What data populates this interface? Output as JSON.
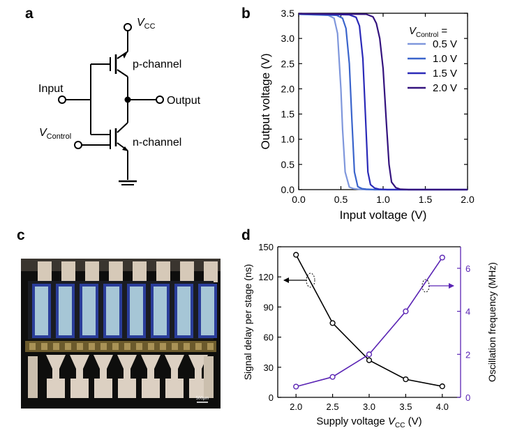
{
  "panels": {
    "a": {
      "label": "a",
      "vcc_label": "V",
      "vcc_sub": "CC",
      "pchannel_label": "p-channel",
      "nchannel_label": "n-channel",
      "input_label": "Input",
      "output_label": "Output",
      "vcontrol_label": "V",
      "vcontrol_sub": "Control"
    },
    "b": {
      "label": "b"
    },
    "c": {
      "label": "c",
      "scale_bar_label": "500μm"
    },
    "d": {
      "label": "d"
    }
  },
  "chart_data": [
    {
      "panel": "b",
      "type": "line",
      "xlabel": "Input voltage (V)",
      "ylabel": "Output voltage (V)",
      "xlim": [
        0.0,
        2.0
      ],
      "ylim": [
        0.0,
        3.5
      ],
      "xticks": [
        "0.0",
        "0.5",
        "1.0",
        "1.5",
        "2.0"
      ],
      "yticks": [
        "0.0",
        "0.5",
        "1.0",
        "1.5",
        "2.0",
        "2.5",
        "3.0",
        "3.5"
      ],
      "legend_title": "V",
      "legend_title_sub": "Control",
      "legend_title_suffix": " =",
      "legend_position": "top-right",
      "series": [
        {
          "name": "0.5 V",
          "color": "#7f97dc",
          "x": [
            0.0,
            0.35,
            0.42,
            0.46,
            0.5,
            0.52,
            0.55,
            0.6,
            0.65,
            0.7,
            0.8,
            2.0
          ],
          "y": [
            3.48,
            3.46,
            3.4,
            3.1,
            2.0,
            1.2,
            0.35,
            0.05,
            0.02,
            0.01,
            0.0,
            0.0
          ]
        },
        {
          "name": "1.0 V",
          "color": "#3a64cc",
          "x": [
            0.0,
            0.45,
            0.52,
            0.56,
            0.6,
            0.63,
            0.66,
            0.7,
            0.75,
            0.8,
            0.9,
            2.0
          ],
          "y": [
            3.48,
            3.46,
            3.4,
            3.2,
            2.5,
            1.4,
            0.35,
            0.06,
            0.02,
            0.01,
            0.0,
            0.0
          ]
        },
        {
          "name": "1.5 V",
          "color": "#2b2ab8",
          "x": [
            0.0,
            0.6,
            0.68,
            0.72,
            0.76,
            0.79,
            0.82,
            0.85,
            0.9,
            0.95,
            1.05,
            2.0
          ],
          "y": [
            3.49,
            3.47,
            3.42,
            3.25,
            2.6,
            1.5,
            0.35,
            0.1,
            0.03,
            0.01,
            0.0,
            0.0
          ]
        },
        {
          "name": "2.0 V",
          "color": "#34137e",
          "x": [
            0.0,
            0.8,
            0.88,
            0.92,
            0.96,
            1.0,
            1.04,
            1.07,
            1.1,
            1.15,
            1.2,
            1.3,
            2.0
          ],
          "y": [
            3.49,
            3.48,
            3.43,
            3.3,
            3.0,
            2.4,
            1.3,
            0.5,
            0.15,
            0.04,
            0.01,
            0.0,
            0.0
          ]
        }
      ]
    },
    {
      "panel": "d",
      "type": "line",
      "xlabel": "Supply voltage V",
      "xlabel_sub": "CC",
      "xlabel_suffix": " (V)",
      "ylabel": "Signal delay per stage (ns)",
      "ylabel_right": "Oscillation frequency (MHz)",
      "xlim": [
        1.75,
        4.25
      ],
      "ylim": [
        0,
        150
      ],
      "ylim_right": [
        0,
        7
      ],
      "xticks": [
        "2.0",
        "2.5",
        "3.0",
        "3.5",
        "4.0"
      ],
      "yticks": [
        "0",
        "30",
        "60",
        "90",
        "120",
        "150"
      ],
      "yticks_right": [
        "0",
        "2",
        "4",
        "6"
      ],
      "series": [
        {
          "name": "",
          "axis": "left",
          "color": "#000000",
          "marker": "circle",
          "x": [
            2.0,
            2.5,
            3.0,
            3.5,
            4.0
          ],
          "y": [
            142,
            74,
            37,
            18,
            11
          ]
        },
        {
          "name": "",
          "axis": "right",
          "color": "#5a24b4",
          "marker": "circle",
          "x": [
            2.0,
            2.5,
            3.0,
            3.5,
            4.0
          ],
          "y": [
            0.5,
            0.95,
            2.0,
            4.0,
            6.5
          ]
        }
      ]
    }
  ]
}
